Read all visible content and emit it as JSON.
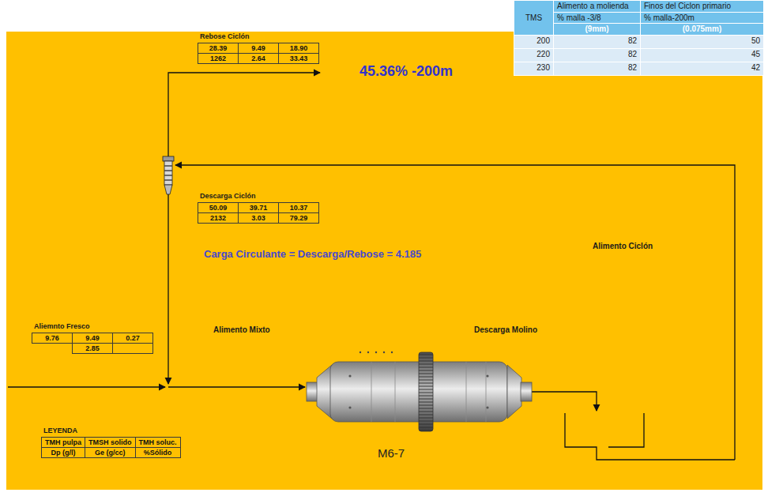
{
  "diagram": {
    "nodes": [
      {
        "text": [
          "Rebose Ciclón",
          "28.39",
          "9.49",
          "18.90",
          "1262",
          "2.64",
          "33.43"
        ]
      },
      {
        "text": [
          "Descarga Ciclón",
          "50.09",
          "39.71",
          "10.37",
          "2132",
          "3.03",
          "79.29"
        ]
      },
      {
        "text": [
          "Aliemnto Fresco",
          "9.76",
          "9.49",
          "0.27",
          "2.85"
        ]
      },
      {
        "text": [
          "LEYENDA",
          "TMH pulpa",
          "TMSH solido",
          "TMH soluc.",
          "Dp (g/l)",
          "Ge (g/cc)",
          "%Sólido"
        ]
      },
      {
        "text": [
          "TMS",
          "Alimento a molienda",
          "% malla -3/8",
          "(9mm)",
          "Finos del Ciclon primario",
          "% malla-200m",
          "(0.075mm)",
          "200",
          "82",
          "50",
          "220",
          "82",
          "45",
          "230",
          "82",
          "42"
        ]
      }
    ],
    "labels": [
      "45.36% -200m",
      "Carga Circulante = Descarga/Rebose = 4.185",
      "Alimento Ciclón",
      "Alimento Mixto",
      "Descarga Molino",
      "M6-7"
    ]
  }
}
